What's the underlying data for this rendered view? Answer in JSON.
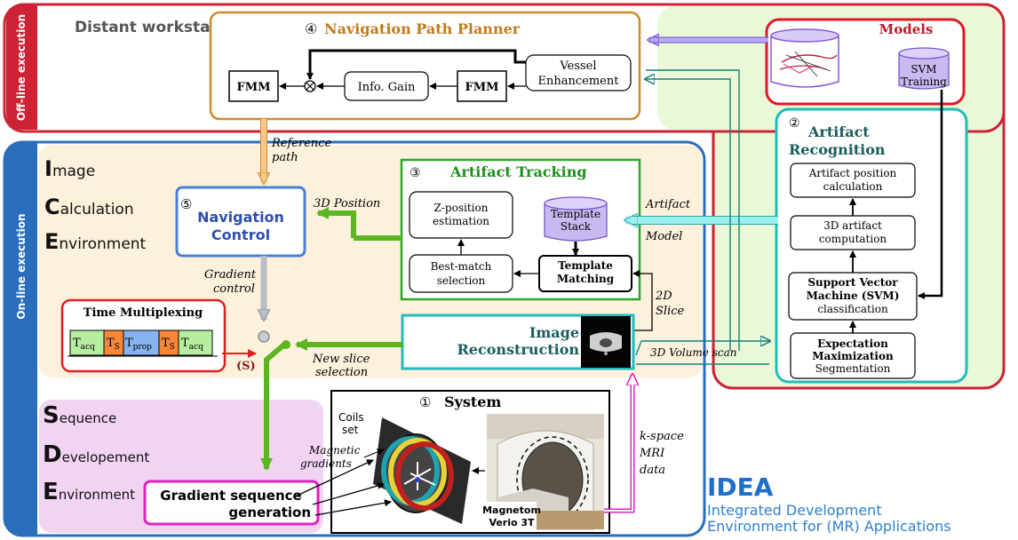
{
  "regions": {
    "offline_label": "Off-line execution",
    "online_label": "On-line execution",
    "workstation": "Distant workstation"
  },
  "ice": {
    "lines": [
      {
        "initial": "I",
        "rest": "mage"
      },
      {
        "initial": "C",
        "rest": "alculation"
      },
      {
        "initial": "E",
        "rest": "nvironment"
      }
    ]
  },
  "sde": {
    "lines": [
      {
        "initial": "S",
        "rest": "equence"
      },
      {
        "initial": "D",
        "rest": "evelopement"
      },
      {
        "initial": "E",
        "rest": "nvironment"
      }
    ]
  },
  "planner": {
    "number": "④",
    "title": "Navigation Path Planner",
    "fmm_left": "FMM",
    "info_gain": "Info. Gain",
    "fmm_right": "FMM",
    "vessel_1": "Vessel",
    "vessel_2": "Enhancement"
  },
  "models": {
    "title": "Models",
    "svm_1": "SVM",
    "svm_2": "Training"
  },
  "recognition": {
    "number": "②",
    "title_1": "Artifact",
    "title_2": "Recognition",
    "box1_1": "Artifact position",
    "box1_2": "calculation",
    "box2_1": "3D artifact",
    "box2_2": "computation",
    "box3_1": "Support Vector",
    "box3_2": "Machine (SVM)",
    "box3_3": "classification",
    "box4_1": "Expectation",
    "box4_2": "Maximization",
    "box4_3": "Segmentation"
  },
  "tracking": {
    "number": "③",
    "title": "Artifact Tracking",
    "zpos_1": "Z-position",
    "zpos_2": "estimation",
    "stack_1": "Template",
    "stack_2": "Stack",
    "best_1": "Best-match",
    "best_2": "selection",
    "match_1": "Template",
    "match_2": "Matching"
  },
  "navigation": {
    "number": "⑤",
    "title_1": "Navigation",
    "title_2": "Control"
  },
  "multiplex": {
    "title": "Time Multiplexing",
    "cells": [
      {
        "main": "T",
        "sub": "acq"
      },
      {
        "main": "T",
        "sub": "S"
      },
      {
        "main": "T",
        "sub": "prop"
      },
      {
        "main": "T",
        "sub": "S"
      },
      {
        "main": "T",
        "sub": "acq"
      }
    ],
    "switch_label": "(S)"
  },
  "reconstruction": {
    "title_1": "Image",
    "title_2": "Reconstruction"
  },
  "system": {
    "number": "①",
    "title": "System",
    "coils_1": "Coils",
    "coils_2": "set",
    "grad_1": "Magnetic",
    "grad_2": "gradients",
    "scanner_1": "Magnetom",
    "scanner_2": "Verio 3T"
  },
  "gradient_seq": {
    "line1": "Gradient sequence",
    "line2": "generation"
  },
  "labels": {
    "reference_1": "Reference",
    "reference_2": "path",
    "position_3d": "3D Position",
    "artifact_1": "Artifact",
    "artifact_2": "Model",
    "gradient_1": "Gradient",
    "gradient_2": "control",
    "slice_1": "2D",
    "slice_2": "Slice",
    "new_slice_1": "New slice",
    "new_slice_2": "selection",
    "volume_scan": "3D Volume scan",
    "kspace_1": "k-space",
    "kspace_2": "MRI",
    "kspace_3": "data"
  },
  "idea": {
    "title": "IDEA",
    "line1": "Integrated Development",
    "line2": "Environment for (MR) Applications"
  },
  "colors": {
    "offline": "#cc2233",
    "online": "#2a6ebb",
    "planner": "#d08a2a",
    "green_region": "#e9f8d6",
    "tracking": "#2aa82a",
    "recognition": "#22bbbb",
    "navigation": "#2f5fbf",
    "magenta": "#e020c0",
    "teal_text": "#1a5c5c",
    "sde_bg": "#f1d3f2",
    "ice_bg": "#fdf1dc"
  }
}
